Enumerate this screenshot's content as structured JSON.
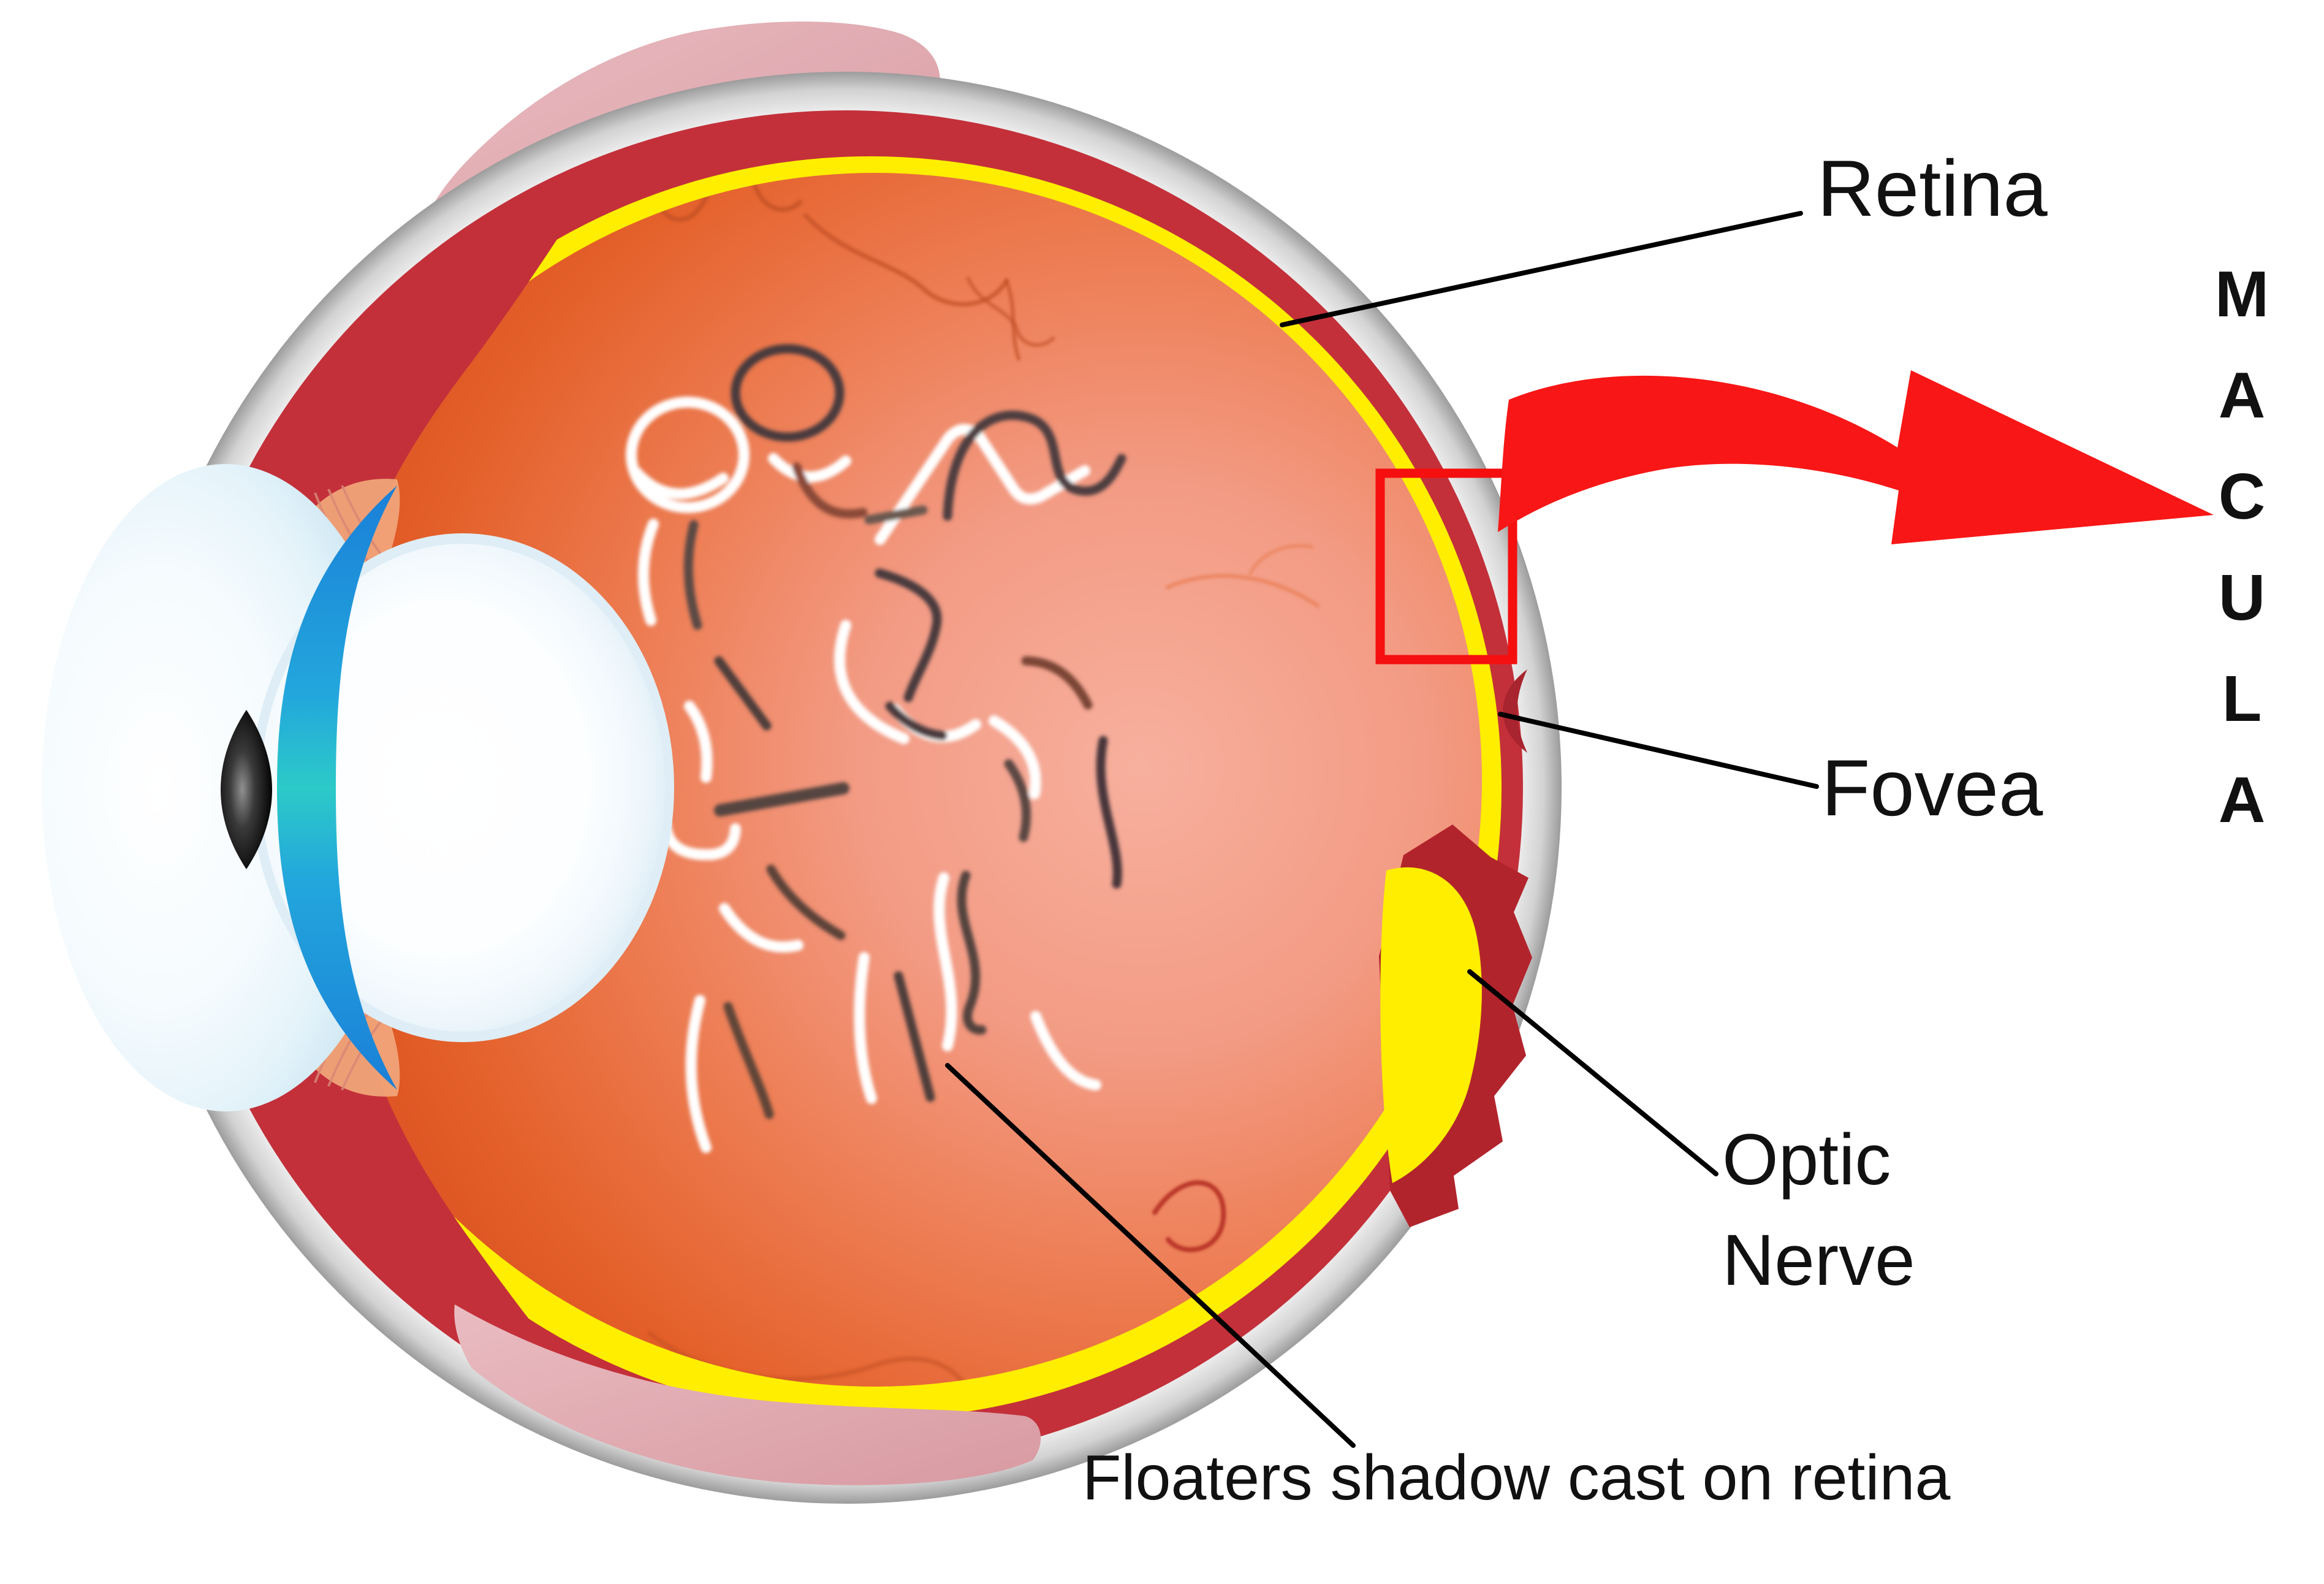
{
  "labels": {
    "retina": "Retina",
    "fovea": "Fovea",
    "optic_nerve_line1": "Optic",
    "optic_nerve_line2": "Nerve",
    "floaters_caption": "Floaters shadow cast on retina",
    "macula": {
      "word": "MACULA",
      "letters": [
        "M",
        "A",
        "C",
        "U",
        "L",
        "A"
      ]
    }
  },
  "colors": {
    "background": "#FFFFFF",
    "sclera_white": "#FFFFFF",
    "sclera_rim_gray": "#9C9C9C",
    "choroid_red": "#C3303A",
    "retina_yellow": "#FFEE00",
    "vitreous_orange": "#E2571F",
    "vitreous_pink": "#F7B09E",
    "iris_blue": "#1A7FD8",
    "iris_teal": "#2CCAC8",
    "cornea_light_blue": "#C9E4F1",
    "lens_white": "#FFFFFF",
    "pupil_black": "#000000",
    "eyelid_tissue_pink": "#E2ACB2",
    "optic_nerve_yellow": "#FFEE00",
    "optic_nerve_red": "#B2242C",
    "arrow_red": "#F81616",
    "macula_box_red": "#F50F0F",
    "leader_line_black": "#000000",
    "label_text": "#111111",
    "floater_white": "#FFFFFF",
    "floater_dark": "#4A3A3E"
  }
}
